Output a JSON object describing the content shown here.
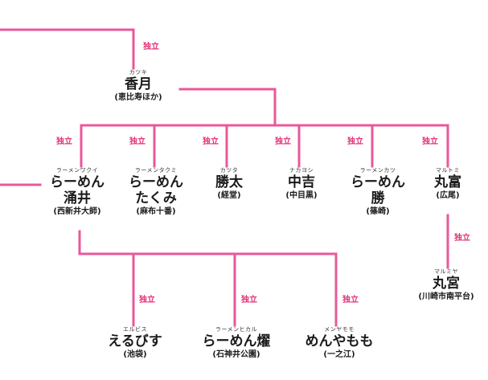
{
  "line_color": "#e8589a",
  "label_color": "#e2337a",
  "edge_label": "独立",
  "shops": {
    "katsuki": {
      "ruby": "カツキ",
      "name": [
        "香月"
      ],
      "loc": "(恵比寿ほか)"
    },
    "waku": {
      "ruby": "ラーメンワクイ",
      "name": [
        "らーめん",
        "涌井"
      ],
      "loc": "(西新井大師)"
    },
    "takumi": {
      "ruby": "ラーメンタクミ",
      "name": [
        "らーめん",
        "たくみ"
      ],
      "loc": "(麻布十番)"
    },
    "katsuta": {
      "ruby": "カツタ",
      "name": [
        "勝太"
      ],
      "loc": "(経堂)"
    },
    "nakayoshi": {
      "ruby": "ナカヨシ",
      "name": [
        "中吉"
      ],
      "loc": "(中目黒)"
    },
    "katsu": {
      "ruby": "ラーメンカツ",
      "name": [
        "らーめん",
        "勝"
      ],
      "loc": "(篠崎)"
    },
    "marutomi": {
      "ruby": "マルトミ",
      "name": [
        "丸富"
      ],
      "loc": "(広尾)"
    },
    "marumiya": {
      "ruby": "マルミヤ",
      "name": [
        "丸宮"
      ],
      "loc": "(川崎市南平台)"
    },
    "ebisu": {
      "ruby": "エルビス",
      "name": [
        "えるびす"
      ],
      "loc": "(池袋)"
    },
    "hikaru": {
      "ruby": "ラーメンヒカル",
      "name": [
        "らーめん燿"
      ],
      "loc": "(石神井公園)"
    },
    "momo": {
      "ruby": "メンヤモモ",
      "name": [
        "めんやもも"
      ],
      "loc": "(一之江)"
    }
  }
}
